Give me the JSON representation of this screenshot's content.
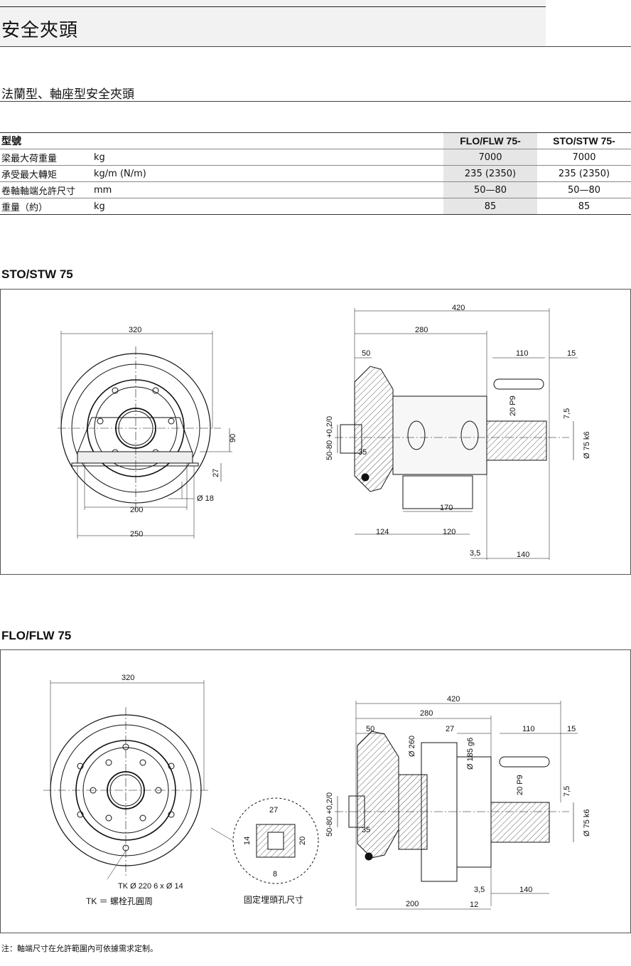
{
  "header": {
    "title": "安全夾頭"
  },
  "section": {
    "subtitle": "法蘭型、軸座型安全夾頭"
  },
  "spec_table": {
    "header": [
      "型號",
      "",
      "FLO/FLW 75-",
      "STO/STW 75-"
    ],
    "rows": [
      [
        "梁最大荷重量",
        "kg",
        "7000",
        "7000"
      ],
      [
        "承受最大轉矩",
        "kg/m (N/m)",
        "235 (2350)",
        "235 (2350)"
      ],
      [
        "卷軸軸端允許尺寸",
        "mm",
        "50—80",
        "50—80"
      ],
      [
        "重量（約）",
        "kg",
        "85",
        "85"
      ]
    ]
  },
  "drawing1": {
    "heading": "STO/STW 75",
    "dims": {
      "d320": "320",
      "d90": "90",
      "d27": "27",
      "d18": "Ø 18",
      "d200": "200",
      "d250": "250",
      "d420": "420",
      "d280": "280",
      "d50": "50",
      "d110": "110",
      "d15": "15",
      "p9": "20 P9",
      "d75": "7,5",
      "k6": "Ø 75 k6",
      "tol": "50-80 +0,2/0",
      "d35": "35",
      "d170": "170",
      "d124": "124",
      "d120": "120",
      "d35b": "3,5",
      "d140": "140"
    }
  },
  "drawing2": {
    "heading": "FLO/FLW 75",
    "dims": {
      "d320": "320",
      "tk": "TK Ø 220  6 x Ø 14",
      "tk_note": "TK ＝ 螺栓孔圓周",
      "d27d": "27",
      "d14": "14",
      "d20": "20",
      "d8": "8",
      "detail_caption": "固定埋頭孔尺寸",
      "d420": "420",
      "d280": "280",
      "d50": "50",
      "d260": "Ø 260",
      "d27": "27",
      "g6": "Ø 185 g6",
      "d110": "110",
      "d15": "15",
      "p9": "20 P9",
      "d75": "7,5",
      "k6": "Ø 75 k6",
      "tol": "50-80 +0,2/0",
      "d35": "35",
      "d35b": "3,5",
      "d140": "140",
      "d200": "200",
      "d12": "12"
    }
  },
  "footer": {
    "note": "注：軸端尺寸在允許範圍內可依據需求定制。"
  }
}
